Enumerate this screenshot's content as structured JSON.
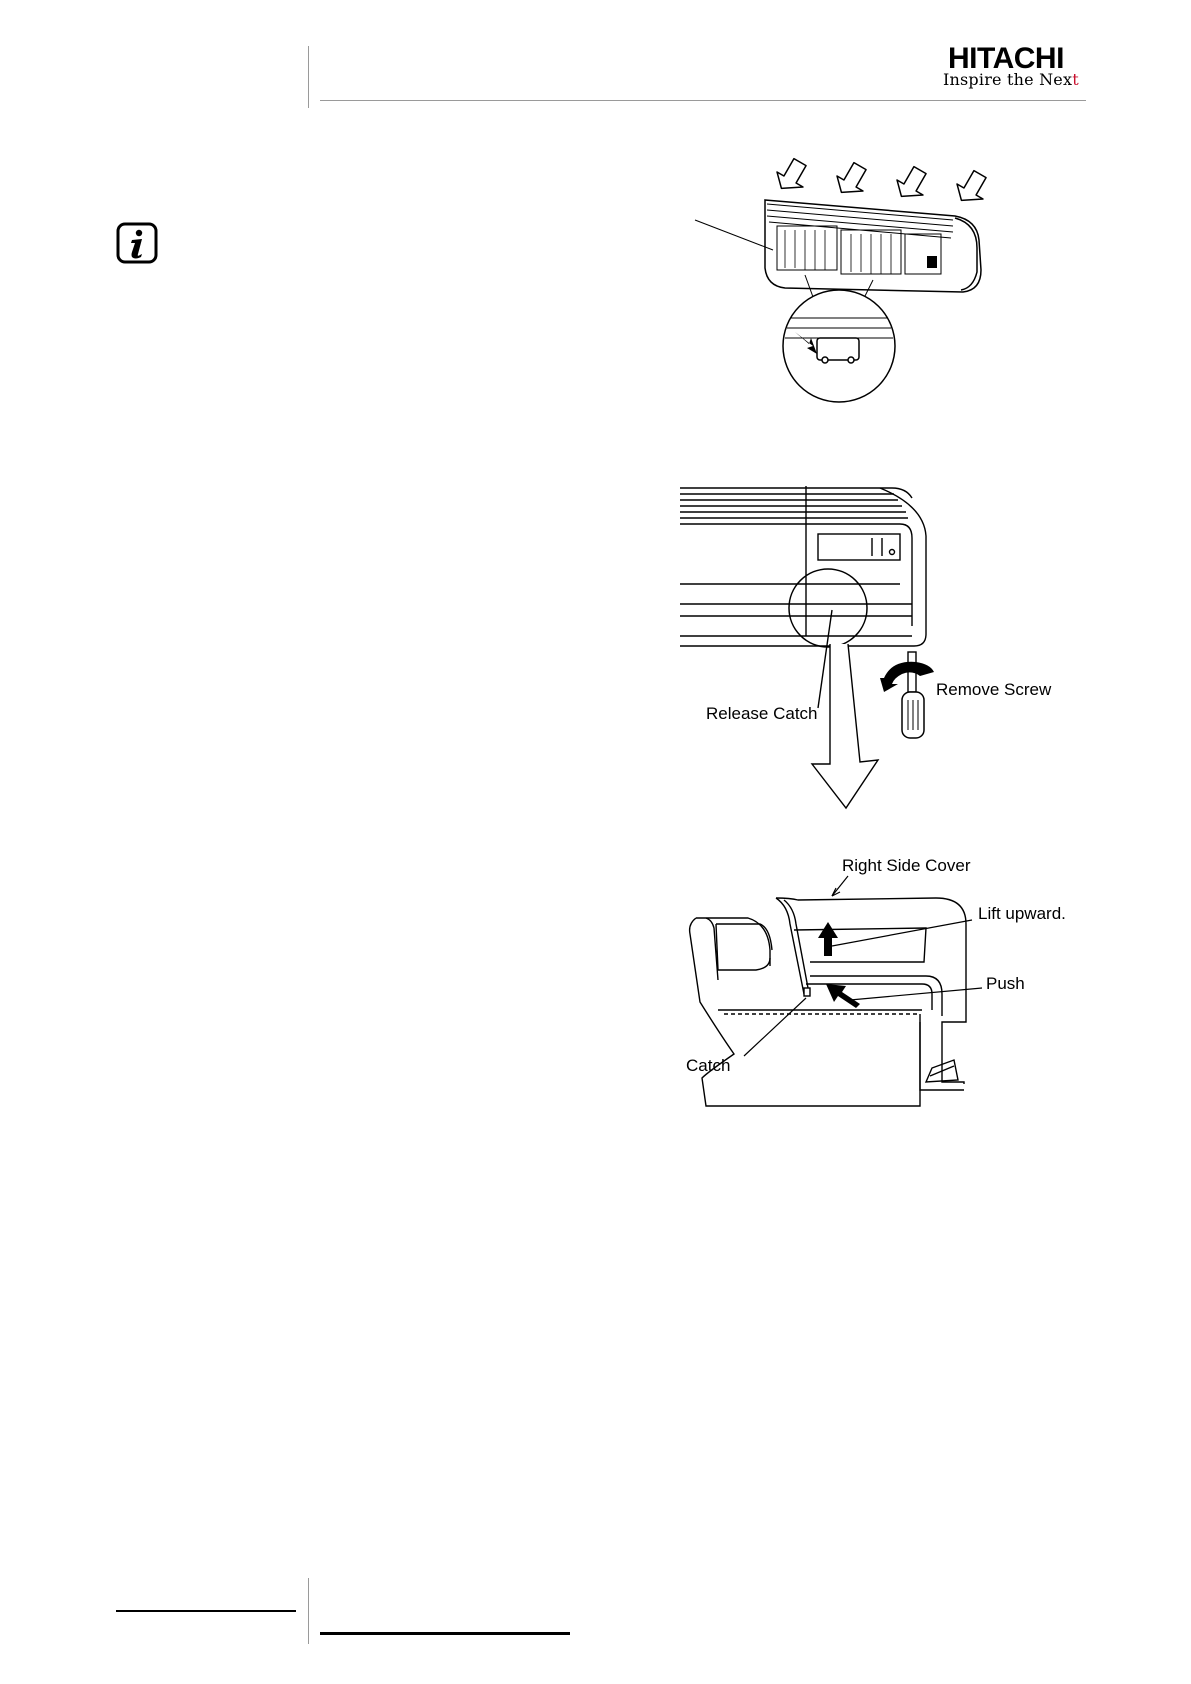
{
  "header": {
    "brand": "HITACHI",
    "tagline_main": "Inspire the Nex",
    "tagline_end": "t"
  },
  "icons": {
    "info": "info-icon"
  },
  "figures": {
    "fig2": {
      "release_catch": "Release Catch",
      "remove_screw": "Remove Screw"
    },
    "fig3": {
      "right_side_cover": "Right Side Cover",
      "lift_upward": "Lift upward.",
      "push": "Push",
      "catch": "Catch"
    }
  },
  "colors": {
    "rule": "#9a9a9a",
    "brand_accent": "#c8102e",
    "ink": "#000000"
  }
}
